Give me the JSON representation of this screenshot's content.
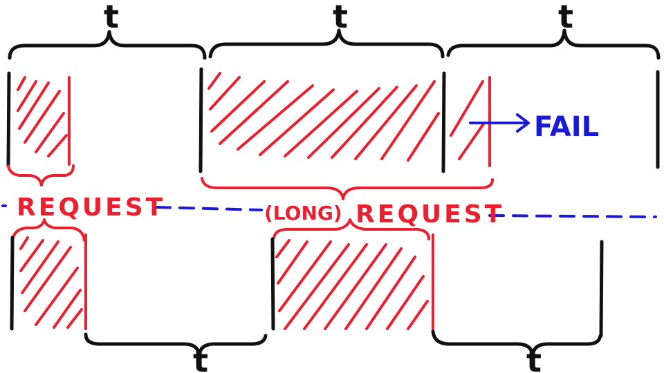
{
  "colors": {
    "black": "#111111",
    "red": "#e8202f",
    "blue": "#1a1ad0"
  },
  "labels": {
    "t_top_1": "t",
    "t_top_2": "t",
    "t_top_3": "t",
    "t_bottom_1": "t",
    "t_bottom_2": "t",
    "request_1": "REQUEST",
    "long_prefix": "(LONG)",
    "request_2": "REQUEST",
    "fail": "FAIL"
  }
}
